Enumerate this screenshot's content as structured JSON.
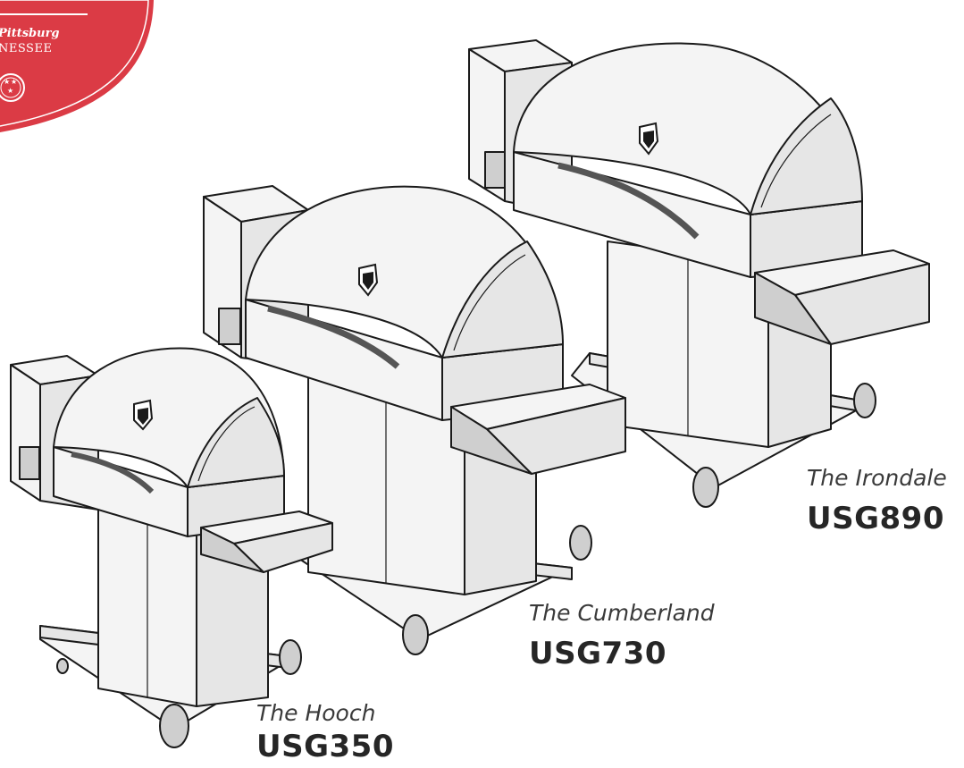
{
  "badge": {
    "city": "Pittsburg",
    "state": "NESSEE",
    "fill_color": "#db3b45",
    "icon": "tri-star-icon"
  },
  "models": [
    {
      "name": "The Hooch",
      "number": "USG350",
      "logo_icon": "shield-logo-icon"
    },
    {
      "name": "The Cumberland",
      "number": "USG730",
      "logo_icon": "shield-logo-icon"
    },
    {
      "name": "The Irondale",
      "number": "USG890",
      "logo_icon": "shield-logo-icon"
    }
  ],
  "colors": {
    "outline": "#1a1a1a",
    "label_text": "#3a3a3a",
    "model_number_text": "#262626"
  }
}
